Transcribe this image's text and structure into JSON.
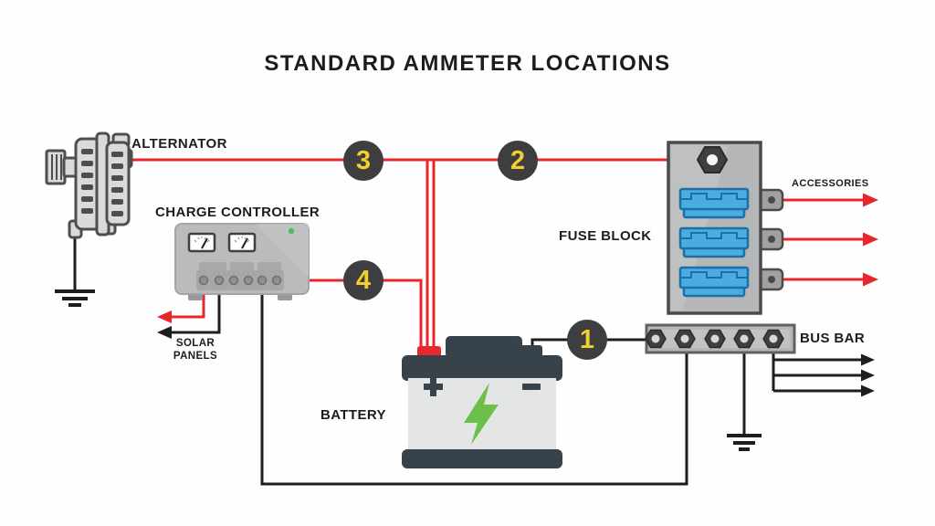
{
  "title": "STANDARD AMMETER LOCATIONS",
  "labels": {
    "alternator": "ALTERNATOR",
    "charge_controller": "CHARGE CONTROLLER",
    "solar_panels_line1": "SOLAR",
    "solar_panels_line2": "PANELS",
    "battery": "BATTERY",
    "fuse_block": "FUSE BLOCK",
    "accessories": "ACCESSORIES",
    "bus_bar": "BUS BAR"
  },
  "markers": [
    {
      "number": "1"
    },
    {
      "number": "2"
    },
    {
      "number": "3"
    },
    {
      "number": "4"
    }
  ],
  "colors": {
    "wire_red": "#e8262b",
    "wire_black": "#1d1d1d",
    "marker_background": "#3e3d40",
    "marker_number": "#f0cf2e",
    "fuse_blue": "#4aade0",
    "fuse_blue_dark": "#1d6fa6",
    "battery_slate": "#37424a",
    "battery_body": "#e4e6e5",
    "bolt_green": "#6cc04a",
    "metal_gray": "#b7b9bb",
    "outline_gray": "#4a4a4a",
    "led_green": "#5cb85c"
  }
}
